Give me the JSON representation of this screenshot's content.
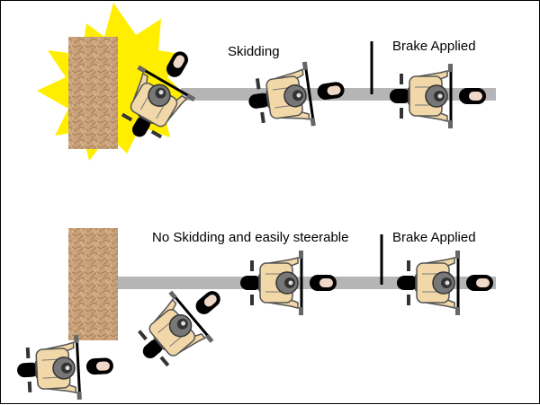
{
  "labels": {
    "skidding": "Skidding",
    "brake_applied_top": "Brake Applied",
    "no_skidding": "No Skidding and easily steerable",
    "brake_applied_bottom": "Brake Applied"
  },
  "colors": {
    "road": "#b5b5b5",
    "wall": "#c9a27a",
    "impact": "#ffee00",
    "jacket": "#f2d8a8",
    "tire": "#000000",
    "helmet": "#7a7a7a",
    "text": "#000000"
  },
  "icons": {
    "impact": "explosion-burst",
    "rider": "motorcycle-rider-top-view",
    "brake_marker": "brake-line"
  }
}
